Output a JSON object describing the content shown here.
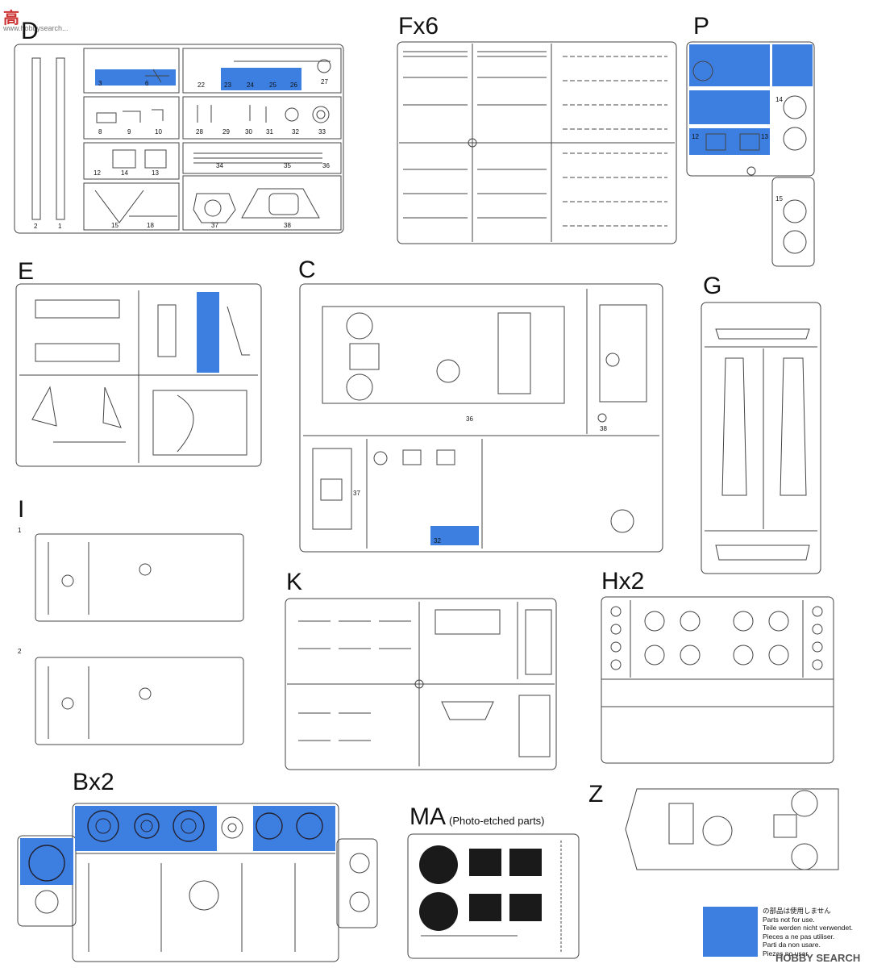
{
  "watermark_top": {
    "chars": "高",
    "site": "www.hobbysearch..."
  },
  "watermark_bottom": "HOBBY SEARCH",
  "colors": {
    "blue": "#3d7fe0",
    "line": "#444444"
  },
  "sprues": {
    "D": "D",
    "Fx6": "Fx6",
    "P": "P",
    "E": "E",
    "C": "C",
    "G": "G",
    "I": "I",
    "K": "K",
    "Hx2": "Hx2",
    "Bx2": "Bx2",
    "MA": "MA",
    "MA_note": "(Photo-etched parts)",
    "Z": "Z"
  },
  "legend": [
    "の部品は使用しません",
    "Parts not for use.",
    "Teile werden nicht verwendet.",
    "Pieces a ne pas utiliser.",
    "Parti da non usare.",
    "Piezas no usar."
  ]
}
